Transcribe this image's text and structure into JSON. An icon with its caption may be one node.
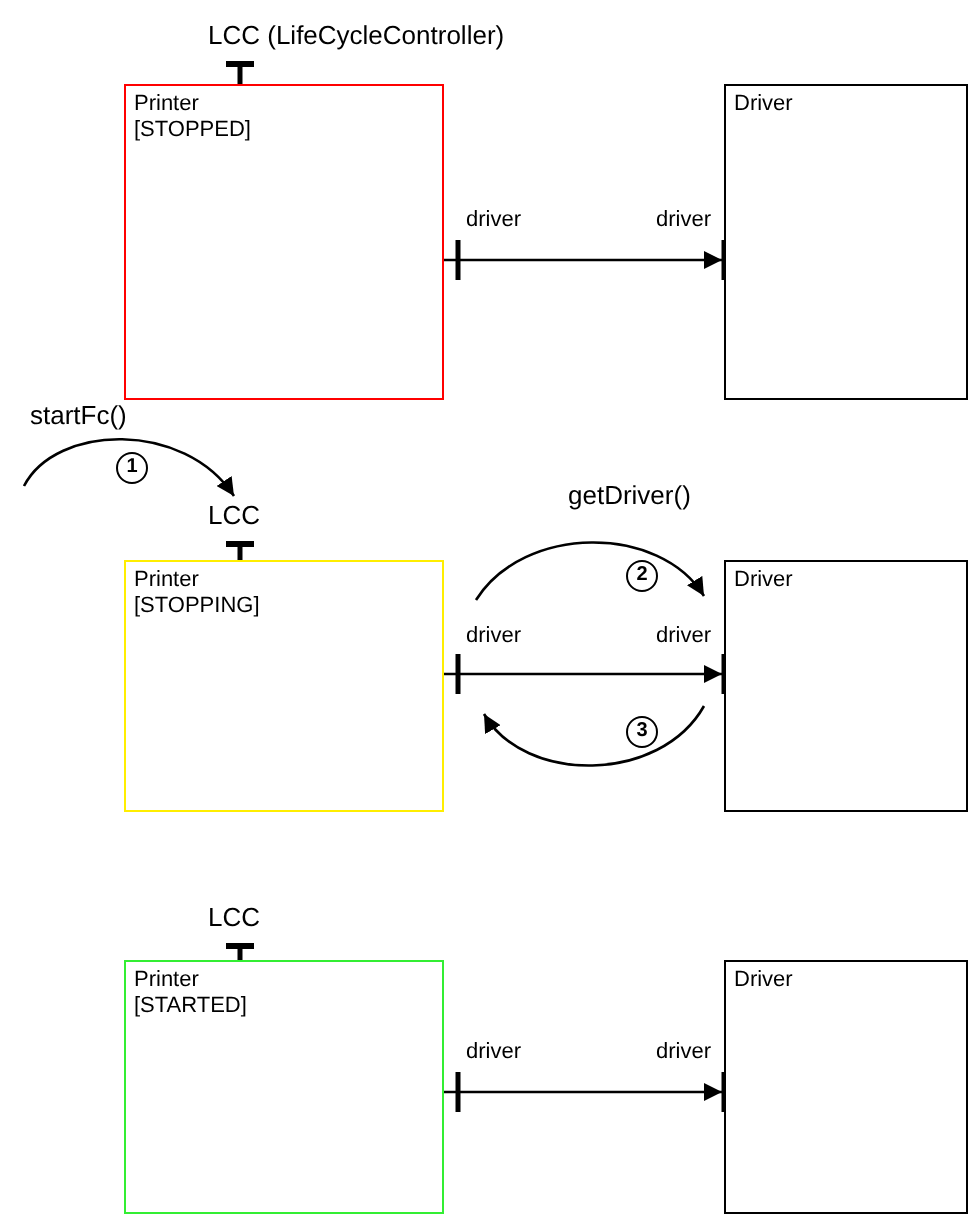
{
  "diagram": {
    "nodes": [
      {
        "text": [
          "LCC (LifeCycleController)"
        ]
      },
      {
        "text": [
          "Printer",
          "[STOPPED]"
        ]
      },
      {
        "text": [
          "Driver"
        ]
      },
      {
        "text": [
          "LCC"
        ]
      },
      {
        "text": [
          "Printer",
          "[STOPPING]"
        ]
      },
      {
        "text": [
          "Driver"
        ]
      },
      {
        "text": [
          "LCC"
        ]
      },
      {
        "text": [
          "Printer",
          "[STARTED]"
        ]
      },
      {
        "text": [
          "Driver"
        ]
      }
    ],
    "edges": [
      {
        "from": 1,
        "to": 2,
        "arrow": "to"
      },
      {
        "from": null,
        "to": 3,
        "arrow": "to",
        "label": "startFc()"
      },
      {
        "from": 4,
        "to": 5,
        "arrow": "to",
        "label": "getDriver()"
      },
      {
        "from": 5,
        "to": 4,
        "arrow": "to"
      },
      {
        "from": 4,
        "to": 5,
        "arrow": "to"
      },
      {
        "from": 7,
        "to": 8,
        "arrow": "to"
      },
      {
        "from": 1,
        "to": 0,
        "arrow": "other"
      },
      {
        "from": 4,
        "to": 3,
        "arrow": "other"
      },
      {
        "from": 7,
        "to": 6,
        "arrow": "other"
      }
    ],
    "labels": [
      "driver",
      "driver",
      "1",
      "2",
      "driver",
      "driver",
      "3",
      "driver",
      "driver"
    ]
  }
}
